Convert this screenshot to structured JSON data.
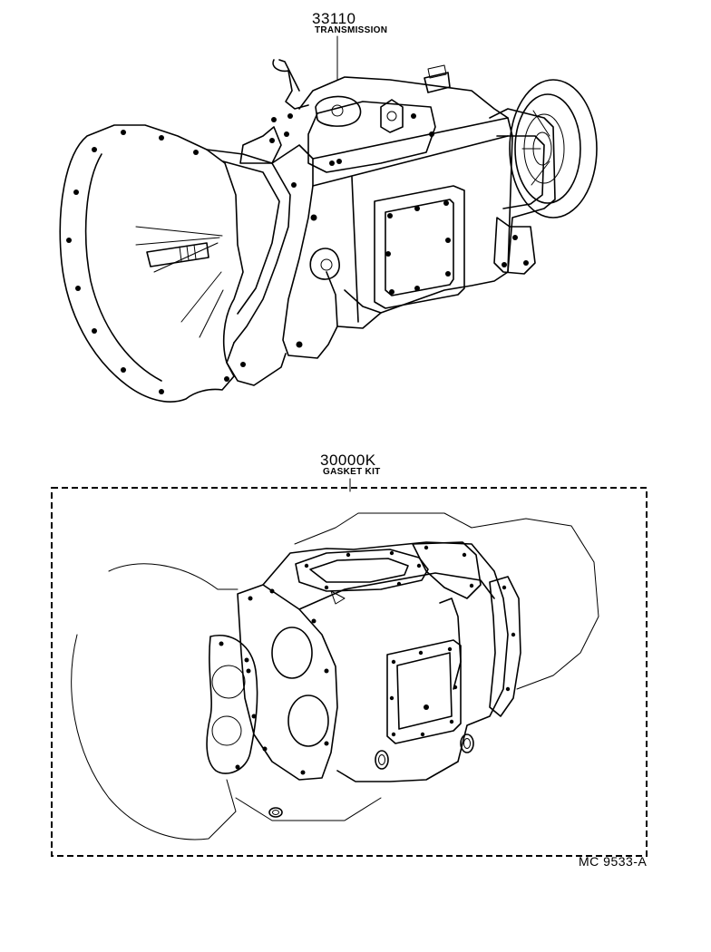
{
  "parts": [
    {
      "number": "33110",
      "name": "TRANSMISSION"
    },
    {
      "number": "30000K",
      "name": "GASKET KIT"
    }
  ],
  "diagram_ref": "MC 9533-A"
}
